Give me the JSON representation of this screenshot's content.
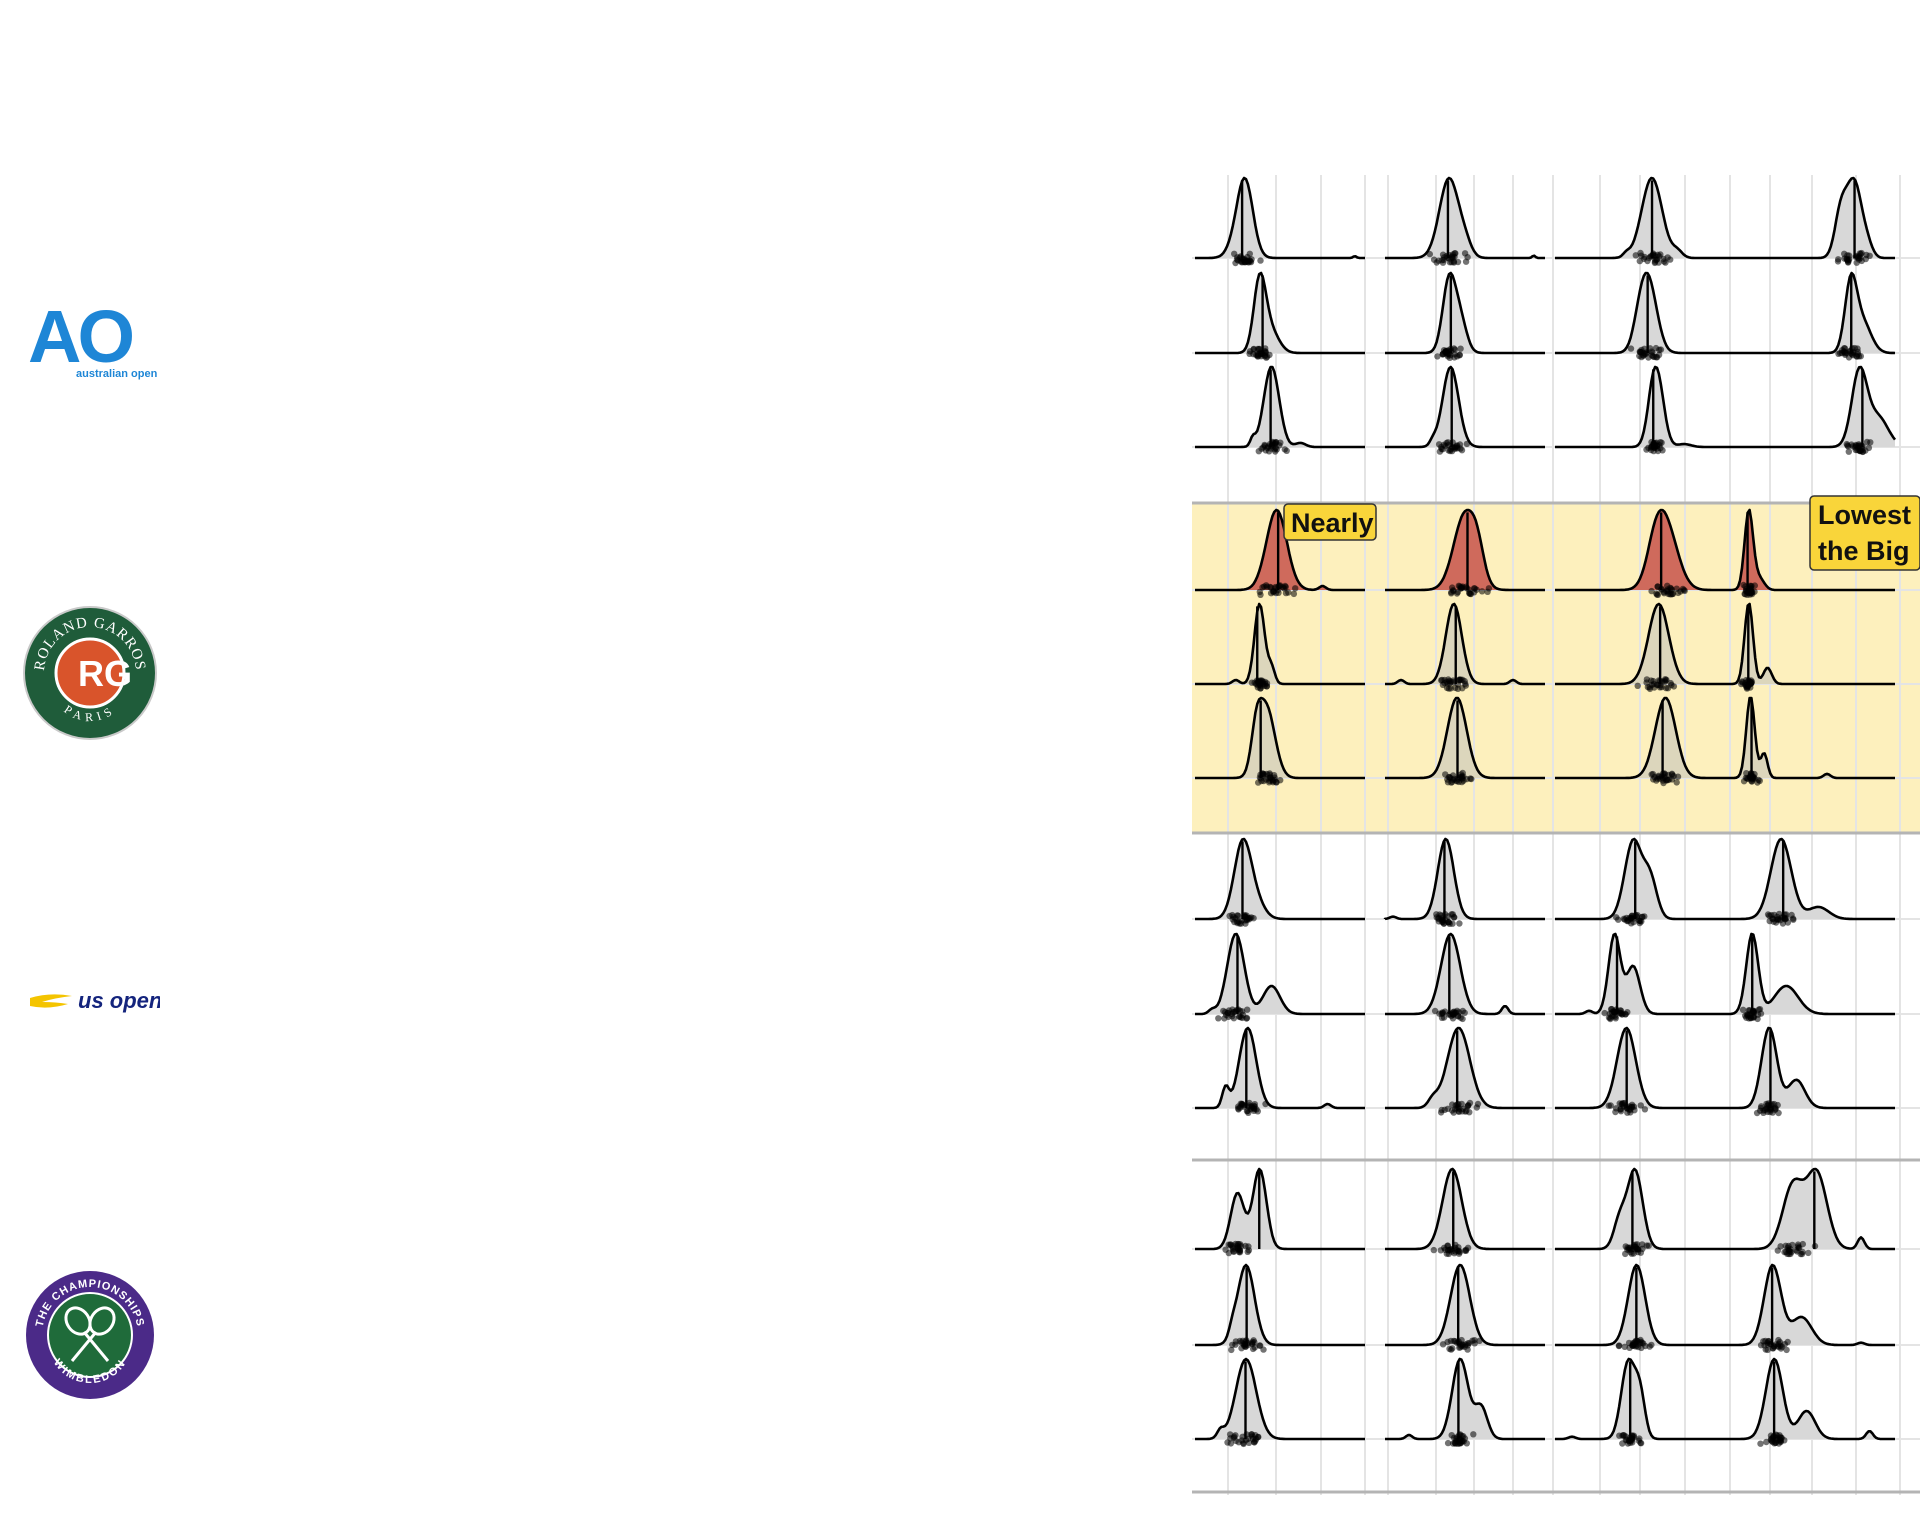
{
  "tournaments": [
    {
      "key": "ao",
      "logo": {
        "name": "australian-open-logo",
        "text_main": "AO",
        "text_sub": "australian open",
        "color": "#1e86d6"
      }
    },
    {
      "key": "rg",
      "logo": {
        "name": "roland-garros-logo",
        "text_top": "ROLAND GARROS",
        "text_bottom": "PARIS",
        "color": "#1f5c3a",
        "accent": "#d9542b"
      }
    },
    {
      "key": "uso",
      "logo": {
        "name": "us-open-logo",
        "text_main": "us open",
        "color": "#14247d",
        "accent": "#f4c400"
      }
    },
    {
      "key": "wimb",
      "logo": {
        "name": "wimbledon-logo",
        "text_top": "THE CHAMPIONSHIPS",
        "text_bottom": "WIMBLEDON",
        "color": "#4b2a88",
        "inner": "#1f6b3a"
      }
    }
  ],
  "colors": {
    "highlight_band": "#fdf0bd",
    "ridge_fill": "#d8d8d8",
    "ridge_fill_rg": "#dcd6bc",
    "ridge_fill_red": "#cf6a5c",
    "ridge_line": "#000000",
    "grid": "#e4e4e4",
    "divider": "#b4b4b4",
    "annotation_bg": "#f9d53a"
  },
  "annotations": [
    {
      "text_lines": [
        "Nearly"
      ]
    },
    {
      "text_lines": [
        "Lowest",
        "the Big"
      ]
    }
  ],
  "chart_data": {
    "type": "ridgeline",
    "panels": [
      "1",
      "2",
      "3",
      "4"
    ],
    "rows_per_tournament": 3,
    "x_range": [
      0,
      100
    ],
    "highlight_tournament": "rg",
    "highlight_row": 0,
    "curves": {
      "ao": [
        [
          [
            {
              "m": 0.3,
              "s": 0.045,
              "w": 1
            },
            {
              "m": 0.26,
              "s": 0.05,
              "w": 0.4
            },
            {
              "m": 0.94,
              "s": 0.01,
              "w": 0.03
            }
          ],
          [
            {
              "m": 0.4,
              "s": 0.06,
              "w": 1
            },
            {
              "m": 0.5,
              "s": 0.04,
              "w": 0.15
            },
            {
              "m": 0.93,
              "s": 0.01,
              "w": 0.03
            }
          ],
          [
            {
              "m": 0.57,
              "s": 0.06,
              "w": 1
            },
            {
              "m": 0.72,
              "s": 0.03,
              "w": 0.08
            },
            {
              "m": 0.42,
              "s": 0.02,
              "w": 0.05
            }
          ],
          [
            {
              "m": 0.76,
              "s": 0.045,
              "w": 0.8
            },
            {
              "m": 0.68,
              "s": 0.035,
              "w": 0.45
            },
            {
              "m": 0.84,
              "s": 0.03,
              "w": 0.1
            }
          ]
        ],
        [
          [
            {
              "m": 0.38,
              "s": 0.035,
              "w": 1
            },
            {
              "m": 0.44,
              "s": 0.05,
              "w": 0.35
            }
          ],
          [
            {
              "m": 0.4,
              "s": 0.04,
              "w": 1
            },
            {
              "m": 0.47,
              "s": 0.04,
              "w": 0.45
            }
          ],
          [
            {
              "m": 0.55,
              "s": 0.05,
              "w": 1
            },
            {
              "m": 0.5,
              "s": 0.04,
              "w": 0.3
            }
          ],
          [
            {
              "m": 0.74,
              "s": 0.035,
              "w": 1
            },
            {
              "m": 0.81,
              "s": 0.05,
              "w": 0.45
            }
          ]
        ],
        [
          [
            {
              "m": 0.45,
              "s": 0.045,
              "w": 1
            },
            {
              "m": 0.34,
              "s": 0.015,
              "w": 0.1
            },
            {
              "m": 0.62,
              "s": 0.03,
              "w": 0.05
            }
          ],
          [
            {
              "m": 0.41,
              "s": 0.05,
              "w": 1
            },
            {
              "m": 0.3,
              "s": 0.02,
              "w": 0.06
            }
          ],
          [
            {
              "m": 0.58,
              "s": 0.035,
              "w": 1
            },
            {
              "m": 0.62,
              "s": 0.035,
              "w": 0.6
            },
            {
              "m": 0.76,
              "s": 0.04,
              "w": 0.05
            }
          ],
          [
            {
              "m": 0.79,
              "s": 0.045,
              "w": 0.75
            },
            {
              "m": 0.9,
              "s": 0.06,
              "w": 0.3
            }
          ]
        ]
      ],
      "rg": [
        [
          [
            {
              "m": 0.48,
              "s": 0.06,
              "w": 1
            },
            {
              "m": 0.75,
              "s": 0.02,
              "w": 0.05
            }
          ],
          [
            {
              "m": 0.5,
              "s": 0.07,
              "w": 1
            },
            {
              "m": 0.58,
              "s": 0.04,
              "w": 0.3
            }
          ],
          [
            {
              "m": 0.65,
              "s": 0.07,
              "w": 1
            },
            {
              "m": 0.59,
              "s": 0.05,
              "w": 0.4
            }
          ],
          [
            {
              "m": 0.14,
              "s": 0.025,
              "w": 1
            },
            {
              "m": 0.2,
              "s": 0.03,
              "w": 0.15
            }
          ]
        ],
        [
          [
            {
              "m": 0.38,
              "s": 0.03,
              "w": 1
            },
            {
              "m": 0.45,
              "s": 0.02,
              "w": 0.2
            },
            {
              "m": 0.24,
              "s": 0.02,
              "w": 0.05
            }
          ],
          [
            {
              "m": 0.43,
              "s": 0.05,
              "w": 1
            },
            {
              "m": 0.1,
              "s": 0.02,
              "w": 0.05
            },
            {
              "m": 0.8,
              "s": 0.02,
              "w": 0.05
            }
          ],
          [
            {
              "m": 0.61,
              "s": 0.06,
              "w": 1
            }
          ],
          [
            {
              "m": 0.14,
              "s": 0.025,
              "w": 1
            },
            {
              "m": 0.25,
              "s": 0.025,
              "w": 0.2
            }
          ]
        ],
        [
          [
            {
              "m": 0.42,
              "s": 0.05,
              "w": 0.9
            },
            {
              "m": 0.36,
              "s": 0.03,
              "w": 0.45
            }
          ],
          [
            {
              "m": 0.45,
              "s": 0.06,
              "w": 1
            }
          ],
          [
            {
              "m": 0.65,
              "s": 0.06,
              "w": 1
            }
          ],
          [
            {
              "m": 0.15,
              "s": 0.025,
              "w": 1
            },
            {
              "m": 0.23,
              "s": 0.02,
              "w": 0.3
            },
            {
              "m": 0.6,
              "s": 0.02,
              "w": 0.05
            }
          ]
        ]
      ],
      "uso": [
        [
          [
            {
              "m": 0.28,
              "s": 0.05,
              "w": 1
            },
            {
              "m": 0.36,
              "s": 0.05,
              "w": 0.2
            }
          ],
          [
            {
              "m": 0.38,
              "s": 0.05,
              "w": 1
            },
            {
              "m": 0.05,
              "s": 0.02,
              "w": 0.03
            }
          ],
          [
            {
              "m": 0.46,
              "s": 0.05,
              "w": 0.9
            },
            {
              "m": 0.56,
              "s": 0.04,
              "w": 0.45
            }
          ],
          [
            {
              "m": 0.33,
              "s": 0.06,
              "w": 1
            },
            {
              "m": 0.55,
              "s": 0.06,
              "w": 0.15
            }
          ]
        ],
        [
          [
            {
              "m": 0.24,
              "s": 0.05,
              "w": 1
            },
            {
              "m": 0.45,
              "s": 0.05,
              "w": 0.35
            },
            {
              "m": 0.1,
              "s": 0.02,
              "w": 0.05
            }
          ],
          [
            {
              "m": 0.41,
              "s": 0.06,
              "w": 1
            },
            {
              "m": 0.75,
              "s": 0.02,
              "w": 0.1
            }
          ],
          [
            {
              "m": 0.35,
              "s": 0.035,
              "w": 1
            },
            {
              "m": 0.46,
              "s": 0.04,
              "w": 0.6
            },
            {
              "m": 0.2,
              "s": 0.02,
              "w": 0.04
            }
          ],
          [
            {
              "m": 0.16,
              "s": 0.035,
              "w": 1
            },
            {
              "m": 0.36,
              "s": 0.07,
              "w": 0.35
            }
          ]
        ],
        [
          [
            {
              "m": 0.31,
              "s": 0.05,
              "w": 1
            },
            {
              "m": 0.18,
              "s": 0.02,
              "w": 0.25
            },
            {
              "m": 0.78,
              "s": 0.02,
              "w": 0.05
            }
          ],
          [
            {
              "m": 0.46,
              "s": 0.07,
              "w": 1
            },
            {
              "m": 0.3,
              "s": 0.03,
              "w": 0.1
            }
          ],
          [
            {
              "m": 0.42,
              "s": 0.055,
              "w": 1
            }
          ],
          [
            {
              "m": 0.26,
              "s": 0.045,
              "w": 1
            },
            {
              "m": 0.42,
              "s": 0.05,
              "w": 0.35
            }
          ]
        ]
      ],
      "wimb": [
        [
          [
            {
              "m": 0.25,
              "s": 0.04,
              "w": 0.7
            },
            {
              "m": 0.38,
              "s": 0.04,
              "w": 1
            }
          ],
          [
            {
              "m": 0.42,
              "s": 0.06,
              "w": 1
            }
          ],
          [
            {
              "m": 0.47,
              "s": 0.045,
              "w": 1
            },
            {
              "m": 0.38,
              "s": 0.035,
              "w": 0.35
            }
          ],
          [
            {
              "m": 0.4,
              "s": 0.06,
              "w": 0.55
            },
            {
              "m": 0.54,
              "s": 0.06,
              "w": 0.65
            },
            {
              "m": 0.8,
              "s": 0.02,
              "w": 0.1
            }
          ]
        ],
        [
          [
            {
              "m": 0.3,
              "s": 0.05,
              "w": 1
            },
            {
              "m": 0.22,
              "s": 0.02,
              "w": 0.1
            }
          ],
          [
            {
              "m": 0.47,
              "s": 0.06,
              "w": 1
            }
          ],
          [
            {
              "m": 0.48,
              "s": 0.05,
              "w": 1
            }
          ],
          [
            {
              "m": 0.28,
              "s": 0.05,
              "w": 1
            },
            {
              "m": 0.45,
              "s": 0.06,
              "w": 0.35
            },
            {
              "m": 0.8,
              "s": 0.02,
              "w": 0.03
            }
          ]
        ],
        [
          [
            {
              "m": 0.3,
              "s": 0.06,
              "w": 1
            },
            {
              "m": 0.15,
              "s": 0.02,
              "w": 0.1
            }
          ],
          [
            {
              "m": 0.47,
              "s": 0.05,
              "w": 1
            },
            {
              "m": 0.6,
              "s": 0.04,
              "w": 0.4
            },
            {
              "m": 0.15,
              "s": 0.02,
              "w": 0.05
            }
          ],
          [
            {
              "m": 0.43,
              "s": 0.04,
              "w": 1
            },
            {
              "m": 0.5,
              "s": 0.03,
              "w": 0.55
            },
            {
              "m": 0.1,
              "s": 0.02,
              "w": 0.03
            }
          ],
          [
            {
              "m": 0.29,
              "s": 0.05,
              "w": 1
            },
            {
              "m": 0.48,
              "s": 0.05,
              "w": 0.35
            },
            {
              "m": 0.85,
              "s": 0.02,
              "w": 0.1
            }
          ]
        ]
      ]
    }
  }
}
